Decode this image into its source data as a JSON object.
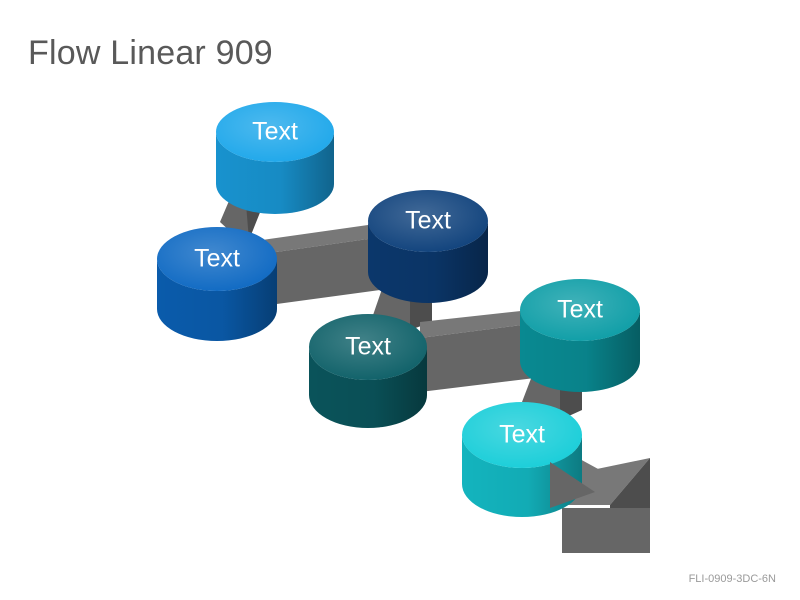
{
  "slide": {
    "title": "Flow Linear 909",
    "code": "FLI-0909-3DC-6N"
  },
  "steps": [
    {
      "label": "Text",
      "color": "#1BA6EA"
    },
    {
      "label": "Text",
      "color": "#0B67C2"
    },
    {
      "label": "Text",
      "color": "#0C3F7A"
    },
    {
      "label": "Text",
      "color": "#0B5E66"
    },
    {
      "label": "Text",
      "color": "#0A9CA5"
    },
    {
      "label": "Text",
      "color": "#16CDD8"
    }
  ],
  "connector_color": "#666666"
}
